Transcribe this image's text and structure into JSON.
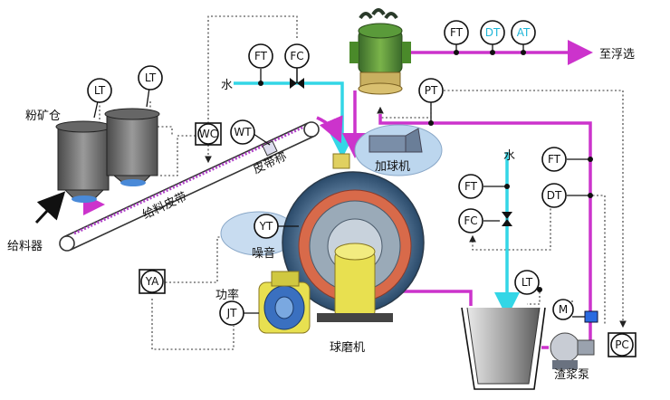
{
  "labels": {
    "flotation": "至浮选",
    "water_top": "水",
    "water_right": "水",
    "ore_bin": "粉矿仓",
    "feeder": "给料器",
    "belt": "给料皮带",
    "belt_scale": "皮带称",
    "ball_feeder": "加球机",
    "noise": "噪音",
    "power": "功率",
    "ball_mill": "球磨机",
    "slurry_pump": "渣浆泵"
  },
  "instruments": {
    "ft_top": "FT",
    "fc_top": "FC",
    "ft_out": "FT",
    "dt_out": "DT",
    "at_out": "AT",
    "pt": "PT",
    "lt_bin1": "LT",
    "lt_bin2": "LT",
    "wc": "WC",
    "wt": "WT",
    "yt": "YT",
    "ft_right": "FT",
    "dt_right": "DT",
    "ft_mid": "FT",
    "fc_mid": "FC",
    "lt_sump": "LT",
    "motor": "M",
    "pc": "PC",
    "ya": "YA",
    "jt": "JT"
  },
  "colors": {
    "slurry_pipe": "#cc33cc",
    "water_pipe": "#33d6e6",
    "signal_line": "#333333",
    "highlight_tag": "#1fb6d8"
  }
}
